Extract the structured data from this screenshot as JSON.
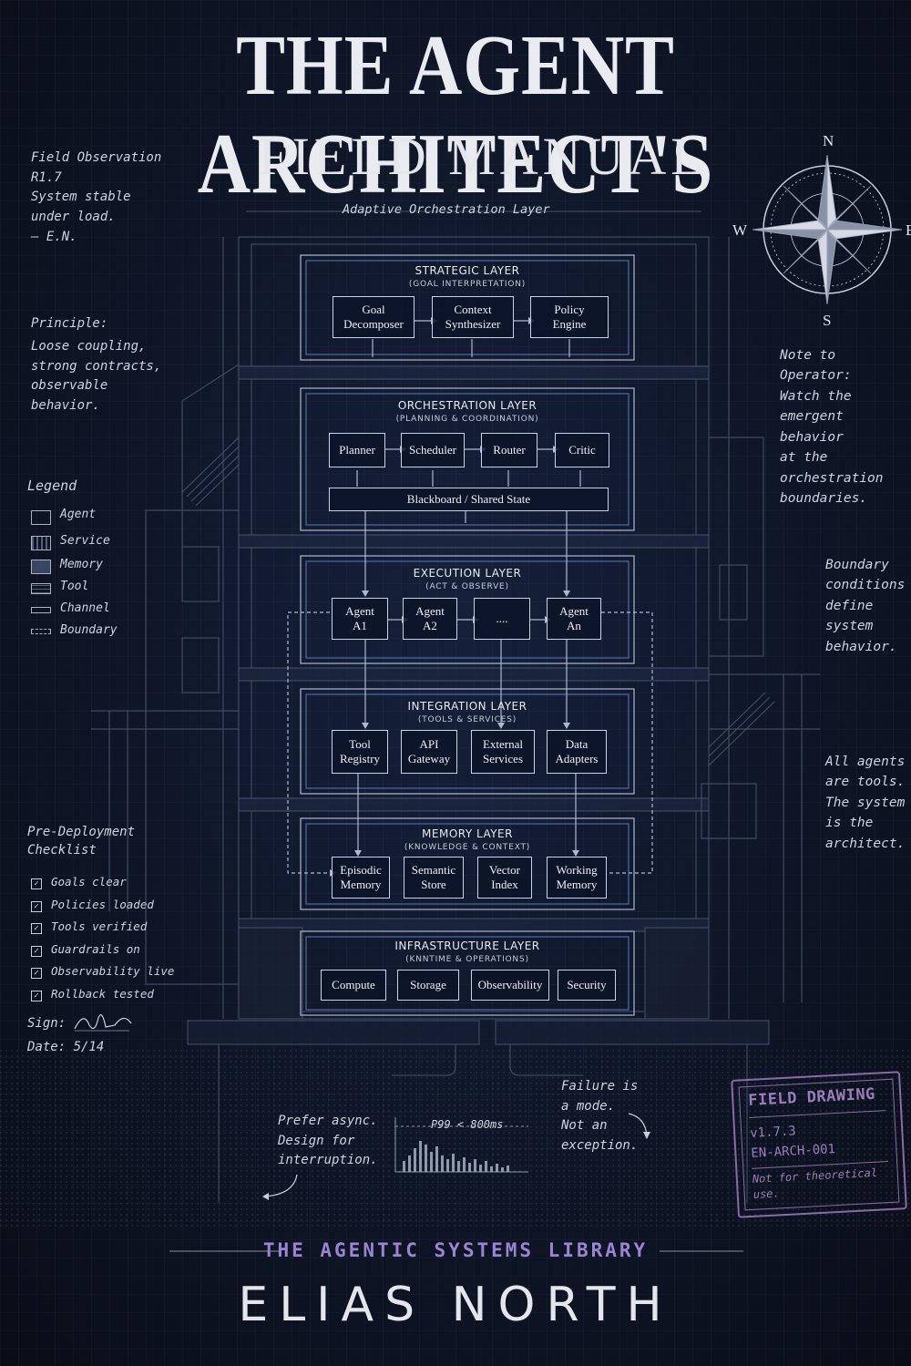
{
  "title": {
    "line1": "THE AGENT ARCHITECT'S",
    "line2": "FIELD MANUAL"
  },
  "compass": {
    "n": "N",
    "s": "S",
    "w": "W",
    "e": "E"
  },
  "notes": {
    "field_observation": "Field Observation\nR1.7\nSystem stable\nunder load.\n— E.N.",
    "principle_heading": "Principle:",
    "principle_body": "Loose coupling,\nstrong contracts,\nobservable\nbehavior.",
    "note_to_operator": "Note to Operator:\nWatch the\nemergent behavior\nat the orchestration\nboundaries.",
    "boundary": "Boundary\nconditions\ndefine\nsystem\nbehavior.",
    "all_agents": "All agents\nare tools.\nThe system\nis the\narchitect.",
    "prefer_async": "Prefer async.\nDesign for\ninterruption.",
    "failure": "Failure is\na mode.\nNot an\nexception.",
    "p99": "P99 < 800ms",
    "adaptive_label": "Adaptive Orchestration Layer"
  },
  "legend": {
    "title": "Legend",
    "items": [
      "Agent",
      "Service",
      "Memory",
      "Tool",
      "Channel",
      "Boundary"
    ]
  },
  "checklist": {
    "title": "Pre-Deployment\nChecklist",
    "items": [
      "Goals clear",
      "Policies loaded",
      "Tools verified",
      "Guardrails on",
      "Observability live",
      "Rollback tested"
    ],
    "sign_label": "Sign:",
    "date_label": "Date: 5/14"
  },
  "layers": {
    "strategic": {
      "title": "STRATEGIC LAYER",
      "subtitle": "(GOAL INTERPRETATION)",
      "boxes": [
        "Goal\nDecomposer",
        "Context\nSynthesizer",
        "Policy\nEngine"
      ]
    },
    "orchestration": {
      "title": "ORCHESTRATION LAYER",
      "subtitle": "(PLANNING & COORDINATION)",
      "boxes": [
        "Planner",
        "Scheduler",
        "Router",
        "Critic"
      ],
      "shared": "Blackboard / Shared State"
    },
    "execution": {
      "title": "EXECUTION LAYER",
      "subtitle": "(ACT & OBSERVE)",
      "boxes": [
        "Agent\nA1",
        "Agent\nA2",
        "....",
        "Agent\nAn"
      ]
    },
    "integration": {
      "title": "INTEGRATION LAYER",
      "subtitle": "(TOOLS & SERVICES)",
      "boxes": [
        "Tool\nRegistry",
        "API\nGateway",
        "External\nServices",
        "Data\nAdapters"
      ]
    },
    "memory": {
      "title": "MEMORY LAYER",
      "subtitle": "(KNOWLEDGE & CONTEXT)",
      "boxes": [
        "Episodic\nMemory",
        "Semantic\nStore",
        "Vector\nIndex",
        "Working\nMemory"
      ]
    },
    "infrastructure": {
      "title": "INFRASTRUCTURE LAYER",
      "subtitle": "(KNNTIME & OPERATIONS)",
      "boxes": [
        "Compute",
        "Storage",
        "Observability",
        "Security"
      ]
    }
  },
  "stamp": {
    "line1": "FIELD DRAWING",
    "line2": "v1.7.3",
    "line3": "EN-ARCH-001",
    "line4": "Not for theoretical\nuse."
  },
  "library": "THE AGENTIC SYSTEMS LIBRARY",
  "author": "ELIAS NORTH",
  "colors": {
    "background": "#0d1320",
    "line": "#c9d2e6",
    "accent_purple": "#9b84d4",
    "stamp": "#8a6aa8"
  }
}
